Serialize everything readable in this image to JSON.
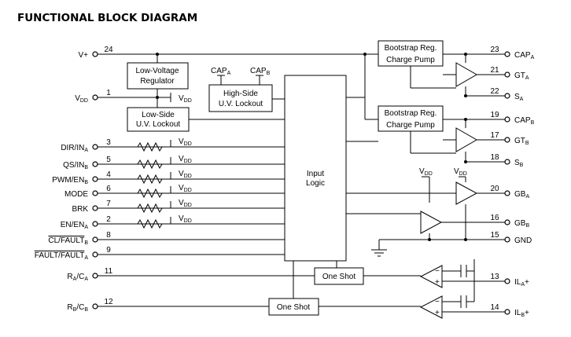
{
  "title": "FUNCTIONAL BLOCK DIAGRAM",
  "blocks": {
    "lv_reg": [
      "Low-Voltage",
      "Regulator"
    ],
    "ls_uv": [
      "Low-Side",
      "U.V. Lockout"
    ],
    "hs_uv": [
      "High-Side",
      "U.V. Lockout"
    ],
    "input_logic": [
      "Input",
      "Logic"
    ],
    "boot_a": [
      "Bootstrap Reg.",
      "Charge Pump"
    ],
    "boot_b": [
      "Bootstrap Reg.",
      "Charge Pump"
    ],
    "one_shot_a": "One Shot",
    "one_shot_b": "One Shot"
  },
  "supply_label": {
    "main": "V",
    "sub": "DD"
  },
  "cap_labels": {
    "a": {
      "main": "CAP",
      "sub": "A"
    },
    "b": {
      "main": "CAP",
      "sub": "B"
    }
  },
  "left_pins": [
    {
      "num": "24",
      "label": "V+",
      "sub": "",
      "tail": ""
    },
    {
      "num": "1",
      "label": "V",
      "sub": "DD",
      "tail": ""
    },
    {
      "num": "3",
      "label": "DIR/IN",
      "sub": "A",
      "tail": ""
    },
    {
      "num": "5",
      "label": "QS/IN",
      "sub": "B",
      "tail": ""
    },
    {
      "num": "4",
      "label": "PWM/EN",
      "sub": "B",
      "tail": ""
    },
    {
      "num": "6",
      "label": "MODE",
      "sub": "",
      "tail": ""
    },
    {
      "num": "7",
      "label": "BRK",
      "sub": "",
      "tail": ""
    },
    {
      "num": "2",
      "label": "EN/EN",
      "sub": "A",
      "tail": ""
    },
    {
      "num": "8",
      "label": "CL/FAULT",
      "sub": "B",
      "tail": ""
    },
    {
      "num": "9",
      "label": "FAULT/FAULT",
      "sub": "A",
      "tail": ""
    },
    {
      "num": "11",
      "label": "R",
      "sub": "A",
      "tail": "/C",
      "tail_sub": "A"
    },
    {
      "num": "12",
      "label": "R",
      "sub": "B",
      "tail": "/C",
      "tail_sub": "B"
    }
  ],
  "right_pins": [
    {
      "num": "23",
      "label": "CAP",
      "sub": "A",
      "tail": ""
    },
    {
      "num": "21",
      "label": "GT",
      "sub": "A",
      "tail": ""
    },
    {
      "num": "22",
      "label": "S",
      "sub": "A",
      "tail": ""
    },
    {
      "num": "19",
      "label": "CAP",
      "sub": "B",
      "tail": ""
    },
    {
      "num": "17",
      "label": "GT",
      "sub": "B",
      "tail": ""
    },
    {
      "num": "18",
      "label": "S",
      "sub": "B",
      "tail": ""
    },
    {
      "num": "20",
      "label": "GB",
      "sub": "A",
      "tail": ""
    },
    {
      "num": "16",
      "label": "GB",
      "sub": "B",
      "tail": ""
    },
    {
      "num": "15",
      "label": "GND",
      "sub": "",
      "tail": ""
    },
    {
      "num": "13",
      "label": "IL",
      "sub": "A",
      "tail": "+"
    },
    {
      "num": "14",
      "label": "IL",
      "sub": "B",
      "tail": "+"
    }
  ],
  "comparator_signs": {
    "minus": "−",
    "plus": "+"
  }
}
